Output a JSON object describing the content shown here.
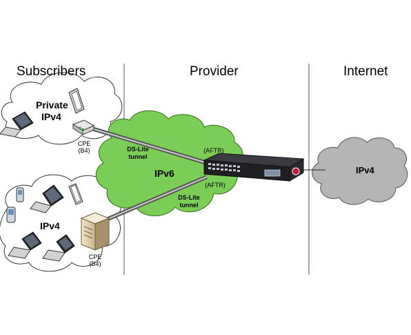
{
  "columns": {
    "subscribers": "Subscribers",
    "provider": "Provider",
    "internet": "Internet"
  },
  "clouds": {
    "private_ipv4_line1": "Private",
    "private_ipv4_line2": "IPv4",
    "lower_ipv4": "IPv4",
    "provider_ipv6": "IPv6",
    "internet_ipv4": "IPv4"
  },
  "cpe_top": {
    "line1": "CPE",
    "line2": "(B4)"
  },
  "cpe_bottom": {
    "line1": "CPE",
    "line2": "(B4)"
  },
  "tunnel_top": {
    "line1": "DS-Lite",
    "line2": "tunnel"
  },
  "tunnel_bottom": {
    "line1": "DS-Lite",
    "line2": "tunnel"
  },
  "aftr_top": "(AFTR)",
  "aftr_bottom": "(AFTR)",
  "colors": {
    "green_cloud": "#7ccd55",
    "grey_cloud": "#b4b4b4",
    "white_cloud": "#ffffff",
    "divider": "#555555",
    "link": "#222222",
    "router": "#1f1f24",
    "logo": "#c0162e"
  }
}
